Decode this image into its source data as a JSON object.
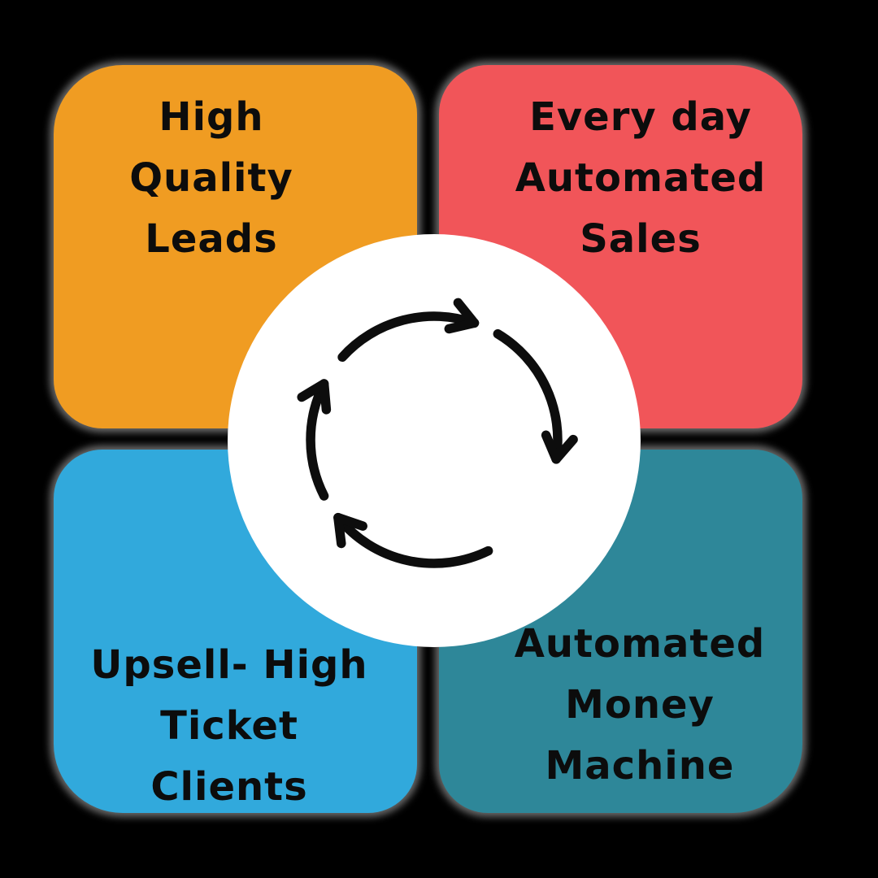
{
  "canvas": {
    "background_color": "#000000",
    "shadow_color": "#7A7A7A"
  },
  "quadrants": [
    {
      "position": "top-left",
      "color": "#F09C22",
      "lines": [
        "High",
        "Quality",
        "Leads"
      ]
    },
    {
      "position": "top-right",
      "color": "#F15559",
      "lines": [
        "Every day",
        "Automated",
        "Sales"
      ]
    },
    {
      "position": "bottom-left",
      "color": "#31A9DC",
      "lines": [
        "Upsell- High",
        "Ticket",
        "Clients"
      ]
    },
    {
      "position": "bottom-right",
      "color": "#2E8799",
      "lines": [
        "Automated",
        "Money",
        "Machine"
      ]
    }
  ],
  "center": {
    "icon": "cycle-arrows-icon",
    "circle_color": "#FFFFFF",
    "arrow_color": "#0D0D0D",
    "arrow_direction": "clockwise"
  },
  "text_color": "#0C0C0C"
}
